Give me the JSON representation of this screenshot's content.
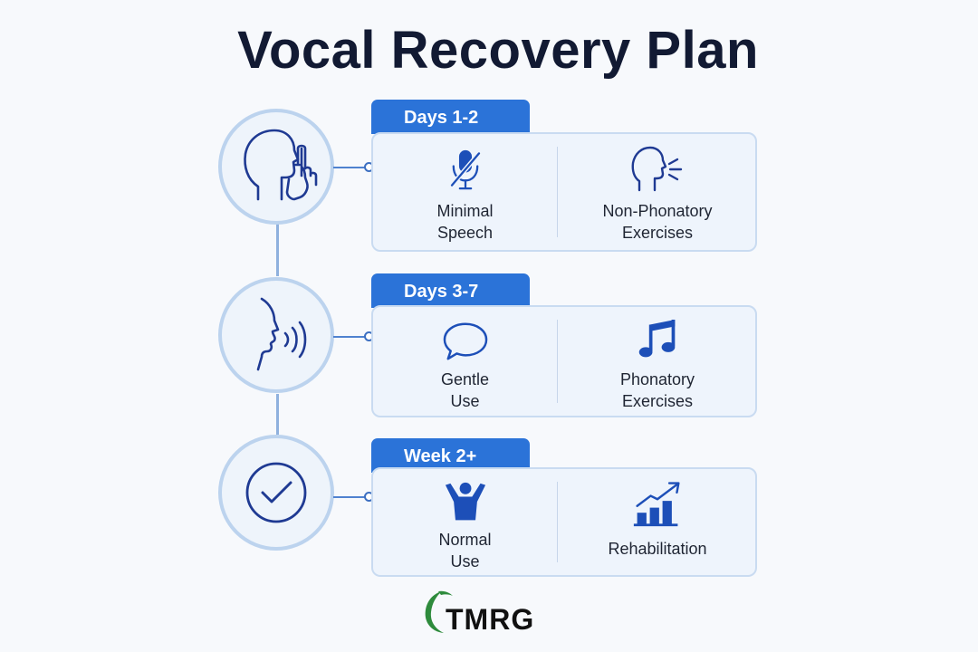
{
  "title": "Vocal Recovery Plan",
  "colors": {
    "accent": "#2b73d8",
    "icon_stroke": "#1f3a93",
    "icon_fill": "#1d4fb8",
    "card_bg": "#eef4fc",
    "logo_green": "#2e8b3c"
  },
  "stages": [
    {
      "tab": "Days 1-2",
      "stage_icon": "head-shush-icon",
      "items": [
        {
          "label": "Minimal\nSpeech",
          "icon": "microphone-muted-icon"
        },
        {
          "label": "Non-Phonatory\nExercises",
          "icon": "head-breathing-icon"
        }
      ]
    },
    {
      "tab": "Days 3-7",
      "stage_icon": "face-speaking-icon",
      "items": [
        {
          "label": "Gentle\nUse",
          "icon": "speech-bubble-icon"
        },
        {
          "label": "Phonatory\nExercises",
          "icon": "music-note-icon"
        }
      ]
    },
    {
      "tab": "Week 2+",
      "stage_icon": "checkmark-icon",
      "items": [
        {
          "label": "Normal\nUse",
          "icon": "person-arms-up-icon"
        },
        {
          "label": "Rehabilitation",
          "icon": "growth-chart-icon"
        }
      ]
    }
  ],
  "logo": {
    "text": "TMRG"
  }
}
